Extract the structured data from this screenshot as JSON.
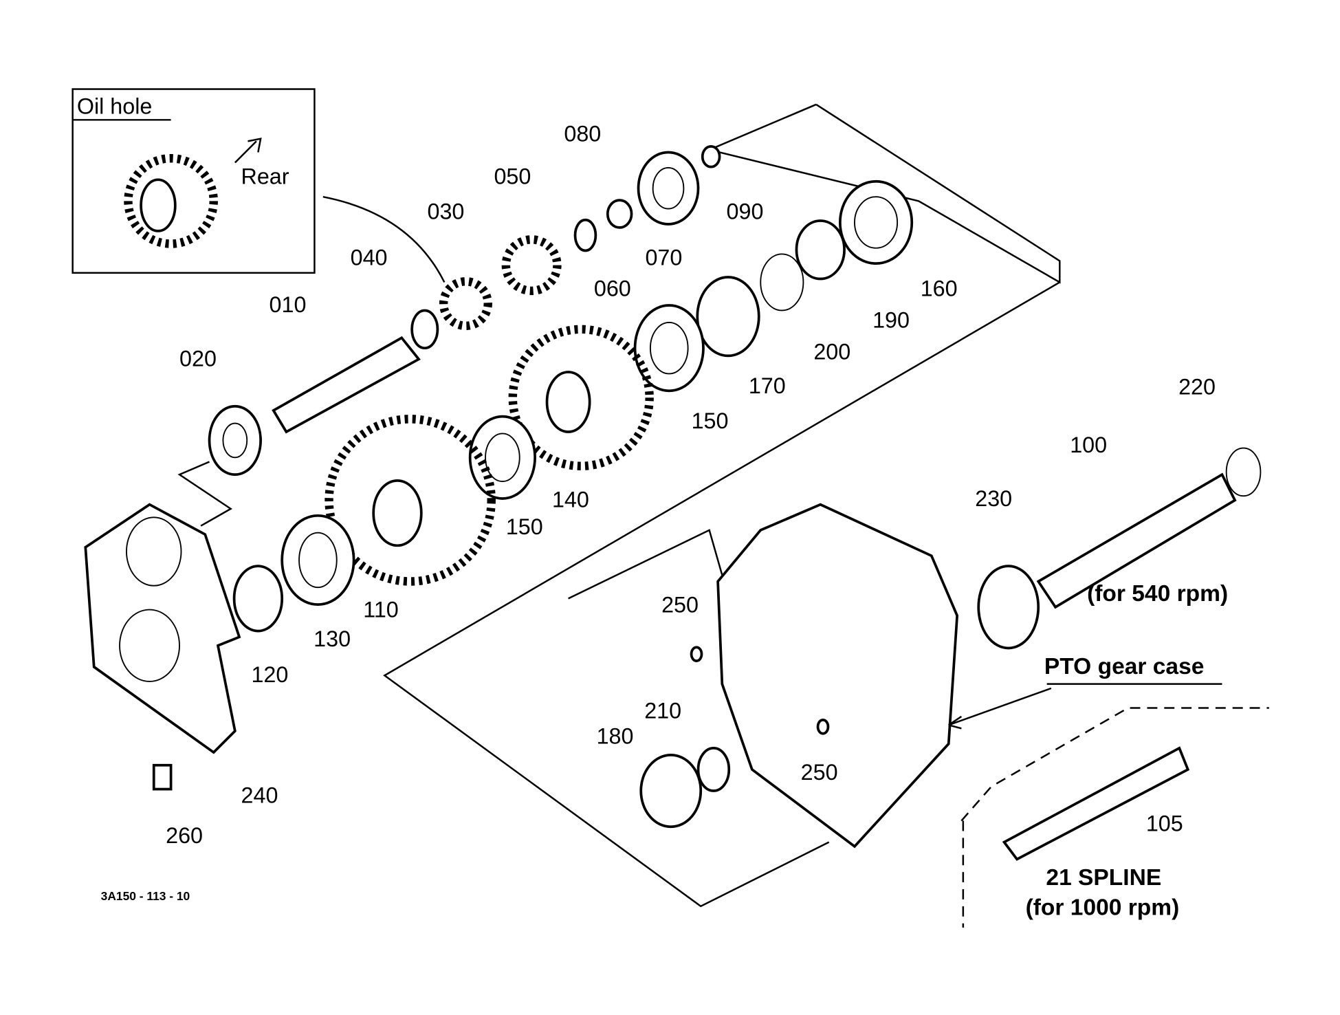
{
  "inset": {
    "title": "Oil hole",
    "direction": "Rear"
  },
  "labels": {
    "p010": "010",
    "p020": "020",
    "p030": "030",
    "p040": "040",
    "p050": "050",
    "p060": "060",
    "p070": "070",
    "p080": "080",
    "p090": "090",
    "p100": "100",
    "p105": "105",
    "p110": "110",
    "p120": "120",
    "p130": "130",
    "p140": "140",
    "p150a": "150",
    "p150b": "150",
    "p160": "160",
    "p170": "170",
    "p180": "180",
    "p190": "190",
    "p200": "200",
    "p210": "210",
    "p220": "220",
    "p230": "230",
    "p240": "240",
    "p250a": "250",
    "p250b": "250",
    "p260": "260"
  },
  "notes": {
    "rpm540": "(for 540 rpm)",
    "gear_case": "PTO gear case",
    "spline": "21 SPLINE",
    "rpm1000": "(for 1000 rpm)",
    "drawing_number": "3A150 - 113 - 10"
  }
}
